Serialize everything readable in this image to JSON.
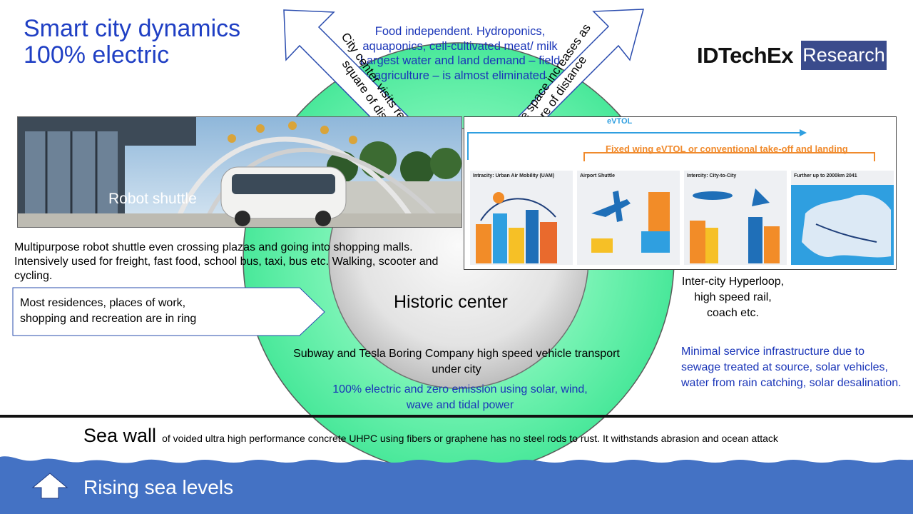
{
  "title": {
    "line1": "Smart city dynamics",
    "line2": "100% electric"
  },
  "logo": {
    "main": "IDTechEx",
    "box": "Research"
  },
  "food_text": "Food independent. Hydroponics, aquaponics, cell-cultivated meat/ milk Largest water and land demand – field agriculture – is almost eliminated",
  "arrow_left_text": {
    "line1": "City center visits reduce as",
    "line2": "square of distance"
  },
  "arrow_right_text": {
    "line1": "Available space increases as",
    "line2": "square of distance"
  },
  "shuttle_label": "Robot shuttle",
  "shuttle_text": "Multipurpose robot shuttle even crossing plazas and going into shopping malls. Intensively used for freight, fast food, school bus, taxi,  bus etc. Walking, scooter and cycling.",
  "residences_text": "Most residences,  places of work, shopping and recreation are in ring",
  "historic_center": "Historic center",
  "evtol_graphic": {
    "evtol": "eVTOL",
    "fixed_wing": "Fixed wing eVTOL or conventional take-off and landing",
    "panels": [
      "Intracity: Urban Air Mobility (UAM)",
      "Airport Shuttle",
      "Intercity: City-to-City",
      "Further up to 2000km 2041"
    ]
  },
  "intercity_text": "Inter-city Hyperloop,  high speed rail, coach etc.",
  "subway_text": "Subway and Tesla Boring Company high speed vehicle transport under city",
  "electric_text": "100% electric and zero emission using solar, wind, wave and tidal power",
  "infra_text": "Minimal service infrastructure due to sewage treated at source, solar vehicles, water from rain catching, solar desalination.",
  "sea_wall": {
    "big": "Sea wall",
    "small": "of voided ultra high performance concrete UHPC using fibers or graphene has no steel rods to rust. It withstands abrasion and ocean attack"
  },
  "rising": "Rising sea levels",
  "colors": {
    "title_blue": "#1f3fc4",
    "ring_green": "#5ef0a6",
    "sea_blue": "#4472c4",
    "logo_box": "#3a4b8c"
  }
}
